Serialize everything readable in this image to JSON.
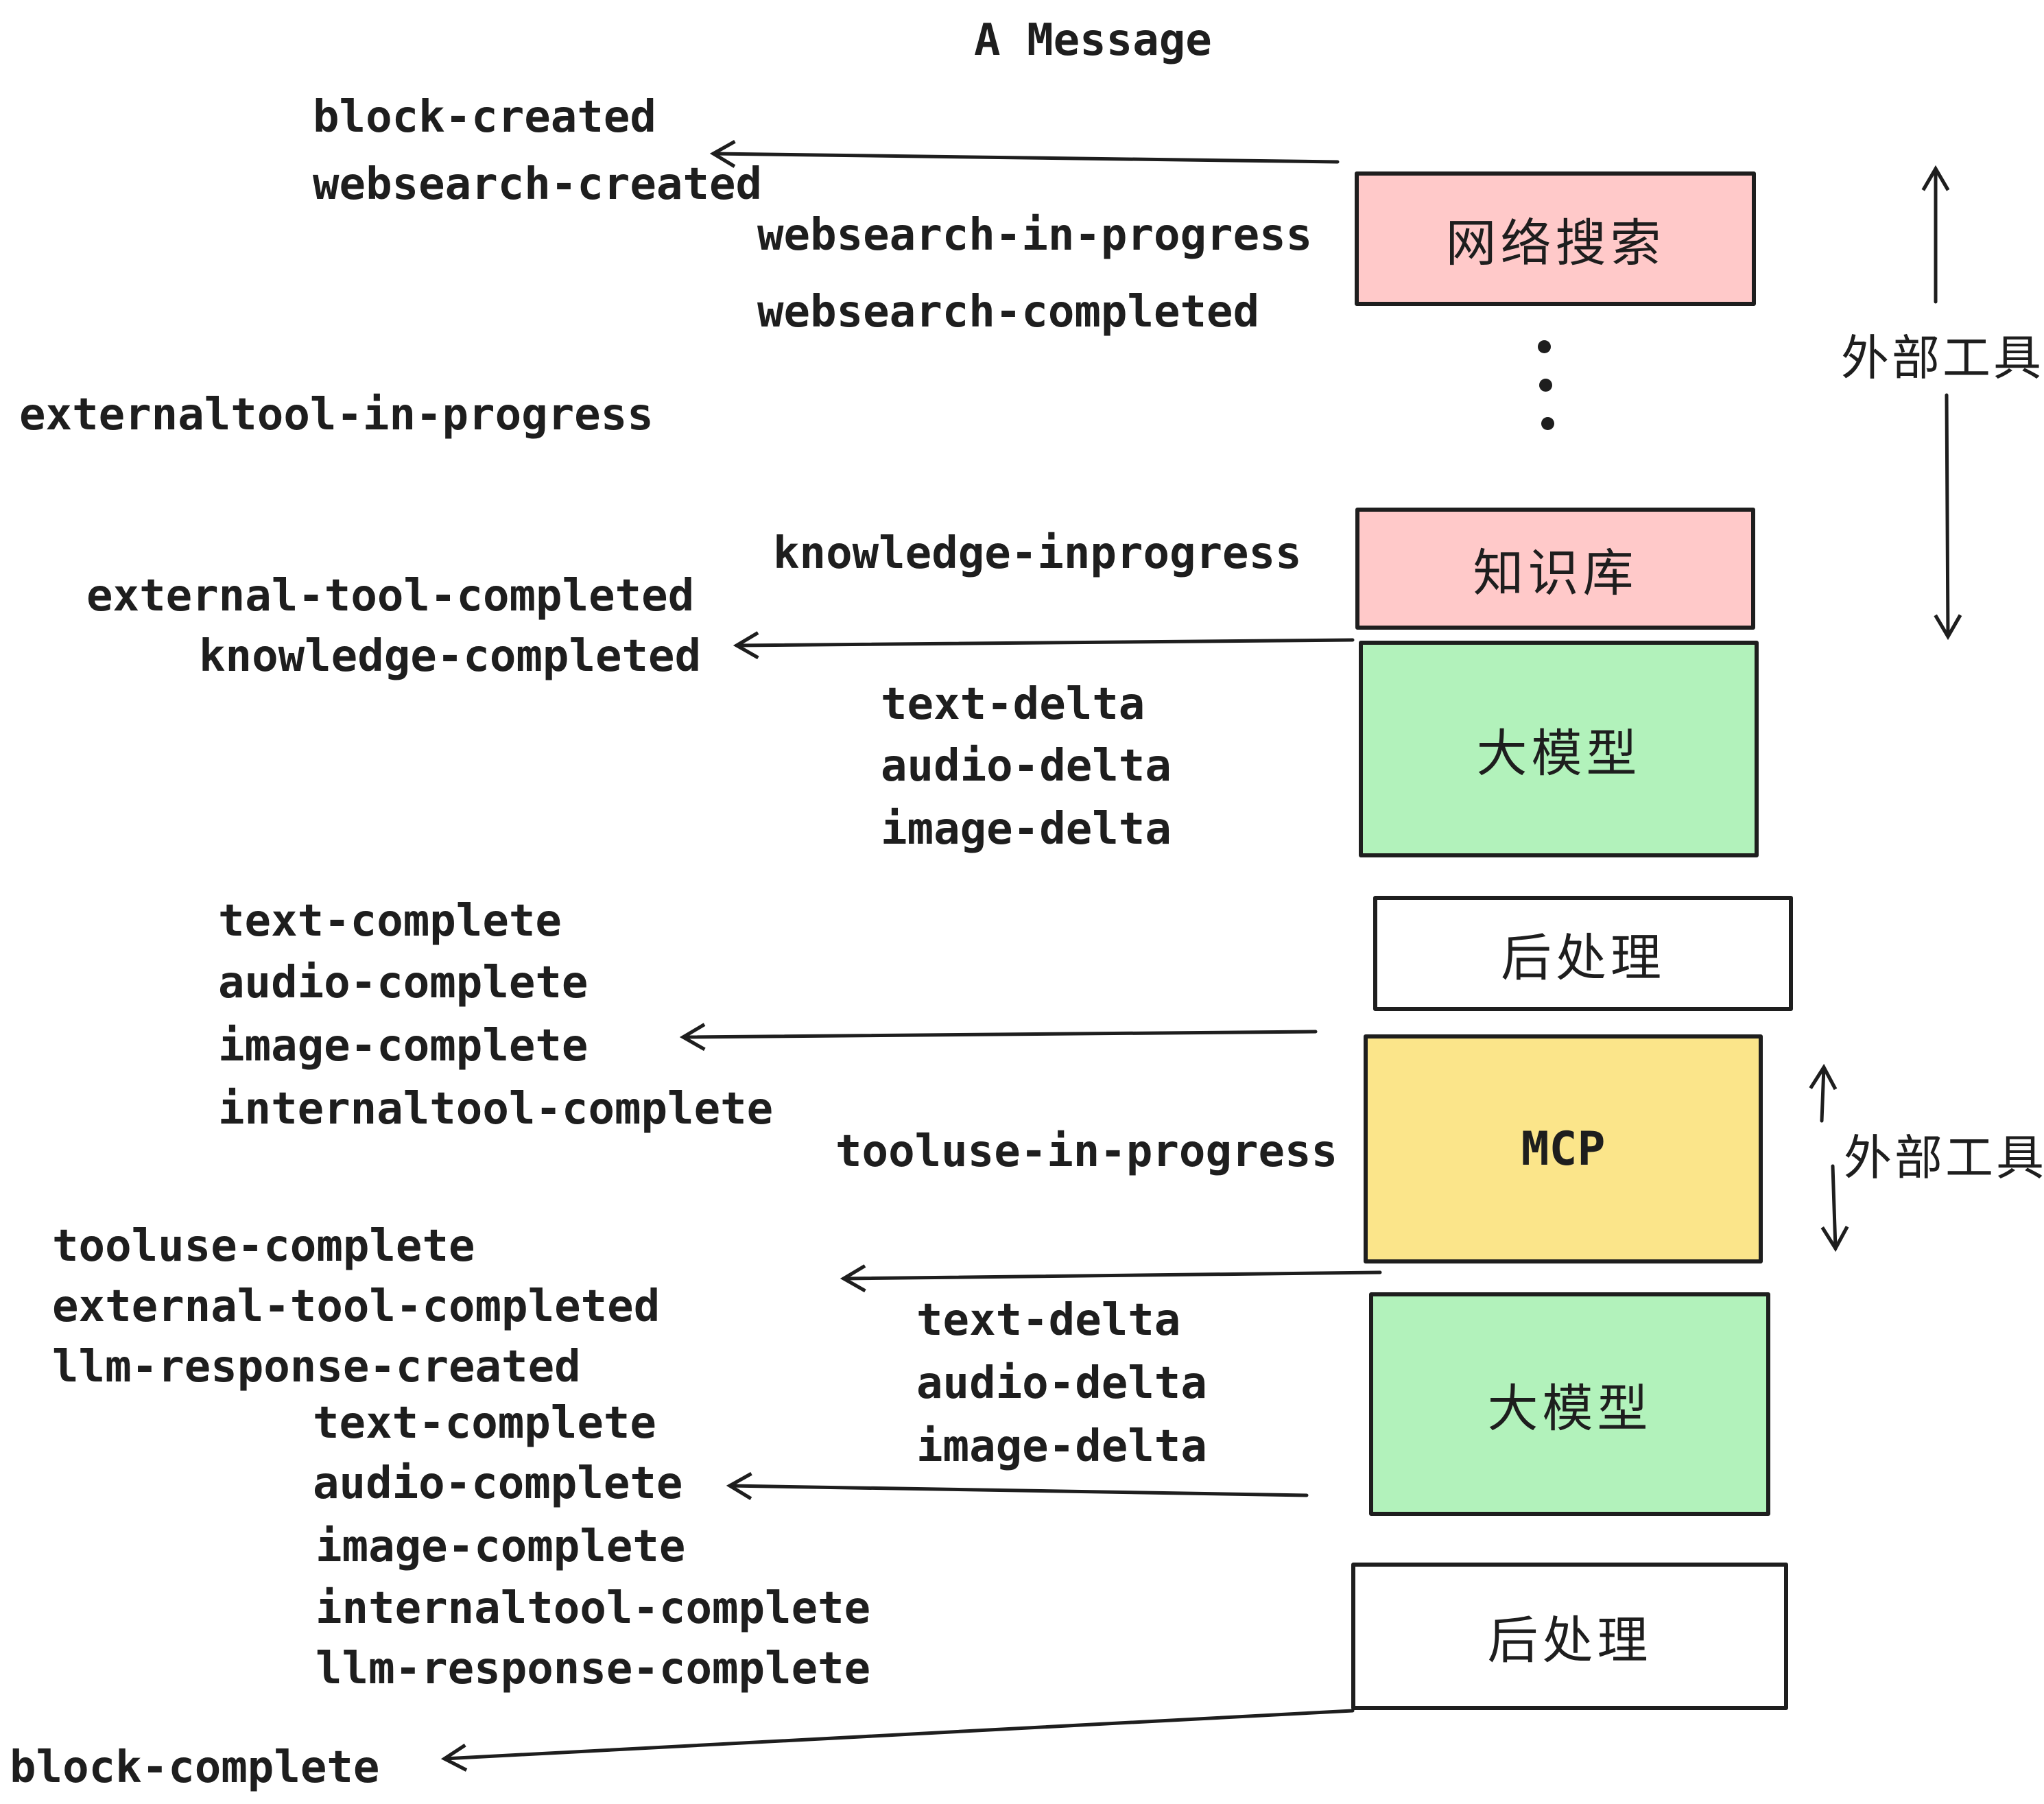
{
  "title": "A Message",
  "events": {
    "block_created": "block-created",
    "websearch_created": "websearch-created",
    "websearch_in_progress": "websearch-in-progress",
    "websearch_completed": "websearch-completed",
    "externaltool_in_progress": "externaltool-in-progress",
    "knowledge_inprogress": "knowledge-inprogress",
    "external_tool_completed": "external-tool-completed",
    "knowledge_completed": "knowledge-completed",
    "text_delta": "text-delta",
    "audio_delta": "audio-delta",
    "image_delta": "image-delta",
    "text_complete": "text-complete",
    "audio_complete": "audio-complete",
    "image_complete": "image-complete",
    "internaltool_complete": "internaltool-complete",
    "tooluse_in_progress": "tooluse-in-progress",
    "tooluse_complete": "tooluse-complete",
    "external_tool_completed_2": "external-tool-completed",
    "llm_response_created": "llm-response-created",
    "text_complete_2": "text-complete",
    "audio_complete_2": "audio-complete",
    "image_complete_2": "image-complete",
    "internaltool_complete_2": "internaltool-complete",
    "llm_response_complete": "llm-response-complete",
    "text_delta_2": "text-delta",
    "audio_delta_2": "audio-delta",
    "image_delta_2": "image-delta",
    "block_complete": "block-complete"
  },
  "boxes": {
    "websearch": {
      "label": "网络搜索",
      "fill": "#ffc9c9"
    },
    "knowledge": {
      "label": "知识库",
      "fill": "#ffc9c9"
    },
    "llm1": {
      "label": "大模型",
      "fill": "#b2f2bb"
    },
    "post1": {
      "label": "后处理",
      "fill": "#ffffff"
    },
    "mcp": {
      "label": "MCP",
      "fill": "#fbe58a"
    },
    "llm2": {
      "label": "大模型",
      "fill": "#b2f2bb"
    },
    "post2": {
      "label": "后处理",
      "fill": "#ffffff"
    }
  },
  "side_labels": {
    "external_tools_top": "外部工具",
    "external_tools_mcp": "外部工具"
  },
  "colors": {
    "stroke": "#1e1e1e",
    "pink": "#ffc9c9",
    "green": "#b2f2bb",
    "yellow": "#fbe58a",
    "white": "#ffffff"
  }
}
